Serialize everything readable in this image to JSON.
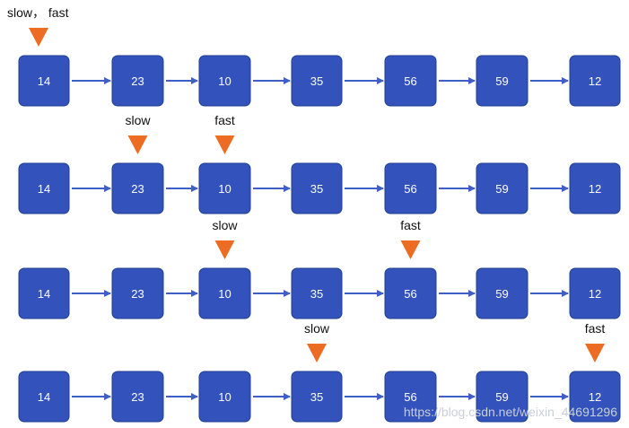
{
  "colors": {
    "node_fill": "#3352bb",
    "arrow": "#3f5fc6",
    "pointer": "#ec6c23",
    "label": "#111111",
    "watermark": "#c9cfd8"
  },
  "rows": [
    {
      "nodes": [
        "14",
        "23",
        "10",
        "35",
        "56",
        "59",
        "12"
      ],
      "pointers": [
        {
          "label": "slow， fast",
          "node": 0
        }
      ]
    },
    {
      "nodes": [
        "14",
        "23",
        "10",
        "35",
        "56",
        "59",
        "12"
      ],
      "pointers": [
        {
          "label": "slow",
          "node": 1
        },
        {
          "label": "fast",
          "node": 2
        }
      ]
    },
    {
      "nodes": [
        "14",
        "23",
        "10",
        "35",
        "56",
        "59",
        "12"
      ],
      "pointers": [
        {
          "label": "slow",
          "node": 2
        },
        {
          "label": "fast",
          "node": 4
        }
      ]
    },
    {
      "nodes": [
        "14",
        "23",
        "10",
        "35",
        "56",
        "59",
        "12"
      ],
      "pointers": [
        {
          "label": "slow",
          "node": 3
        },
        {
          "label": "fast",
          "node": 6
        }
      ]
    }
  ],
  "watermark": "https://blog.csdn.net/weixin_44691296"
}
